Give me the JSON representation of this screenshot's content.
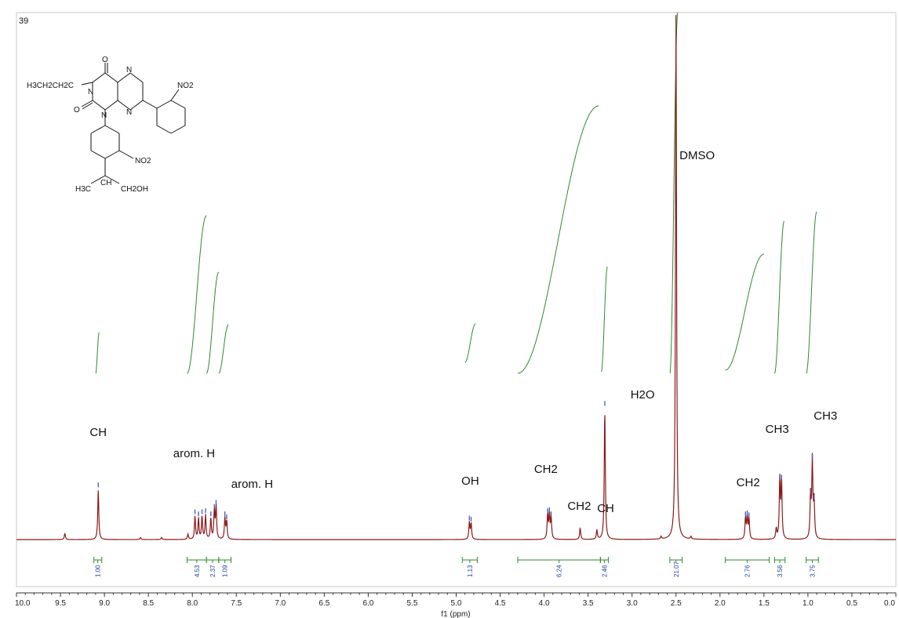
{
  "compound_label": "39",
  "structure_labels": {
    "propyl": "H3CH2CH2C",
    "n_left": "N",
    "carbonyl_o_top": "O",
    "carbonyl_o_left": "O",
    "n_ring_top": "N",
    "n_ring_bottom": "N",
    "n_ring_right": "N",
    "nitro_top": "NO2",
    "nitro_mid": "NO2",
    "side_chain_h3c": "H3C",
    "side_chain_ch": "CH",
    "side_chain_ch2oh": "CH2OH"
  },
  "chart_data": {
    "type": "line",
    "title": "",
    "xlabel": "f1 (ppm)",
    "ylabel": "",
    "x_reversed": true,
    "xlim": [
      10.0,
      0.0
    ],
    "x_ticks": [
      "10.0",
      "9.5",
      "9.0",
      "8.5",
      "8.0",
      "7.5",
      "7.0",
      "6.5",
      "6.0",
      "5.5",
      "5.0",
      "4.5",
      "4.0",
      "3.5",
      "3.0",
      "2.5",
      "2.0",
      "1.5",
      "1.0",
      "0.5",
      "0.0"
    ],
    "colors": {
      "spectrum": "#8b1a1a",
      "integral": "#2e8b2e",
      "integral_label": "#1f3f9f",
      "peak_marker": "#5060c0"
    },
    "peaks": [
      {
        "ppm": 9.45,
        "height": 0.012
      },
      {
        "ppm": 9.07,
        "height": 0.095
      },
      {
        "ppm": 8.59,
        "height": 0.004
      },
      {
        "ppm": 8.35,
        "height": 0.004
      },
      {
        "ppm": 8.05,
        "height": 0.01
      },
      {
        "ppm": 7.97,
        "height": 0.044
      },
      {
        "ppm": 7.93,
        "height": 0.04
      },
      {
        "ppm": 7.89,
        "height": 0.044
      },
      {
        "ppm": 7.85,
        "height": 0.046
      },
      {
        "ppm": 7.79,
        "height": 0.04
      },
      {
        "ppm": 7.75,
        "height": 0.054
      },
      {
        "ppm": 7.73,
        "height": 0.062
      },
      {
        "ppm": 7.63,
        "height": 0.04
      },
      {
        "ppm": 7.61,
        "height": 0.034
      },
      {
        "ppm": 4.85,
        "height": 0.032
      },
      {
        "ppm": 4.83,
        "height": 0.03
      },
      {
        "ppm": 3.96,
        "height": 0.046
      },
      {
        "ppm": 3.94,
        "height": 0.048
      },
      {
        "ppm": 3.92,
        "height": 0.04
      },
      {
        "ppm": 3.59,
        "height": 0.022
      },
      {
        "ppm": 3.4,
        "height": 0.018
      },
      {
        "ppm": 3.31,
        "height": 0.25
      },
      {
        "ppm": 2.67,
        "height": 0.005
      },
      {
        "ppm": 2.5,
        "height": 1.0
      },
      {
        "ppm": 2.33,
        "height": 0.005
      },
      {
        "ppm": 1.71,
        "height": 0.04
      },
      {
        "ppm": 1.69,
        "height": 0.042
      },
      {
        "ppm": 1.67,
        "height": 0.038
      },
      {
        "ppm": 1.36,
        "height": 0.02
      },
      {
        "ppm": 1.32,
        "height": 0.112
      },
      {
        "ppm": 1.3,
        "height": 0.11
      },
      {
        "ppm": 0.97,
        "height": 0.082
      },
      {
        "ppm": 0.95,
        "height": 0.148
      },
      {
        "ppm": 0.93,
        "height": 0.072
      }
    ],
    "integrals": [
      {
        "from": 9.12,
        "to": 9.03,
        "value": "1.00"
      },
      {
        "from": 8.06,
        "to": 7.84,
        "value": "4.53"
      },
      {
        "from": 7.84,
        "to": 7.7,
        "value": "2.37"
      },
      {
        "from": 7.7,
        "to": 7.56,
        "value": "1.09"
      },
      {
        "from": 4.93,
        "to": 4.76,
        "value": "1.13"
      },
      {
        "from": 4.3,
        "to": 3.36,
        "value": "6.24"
      },
      {
        "from": 3.36,
        "to": 3.27,
        "value": "2.46"
      },
      {
        "from": 2.57,
        "to": 2.43,
        "value": "21.07"
      },
      {
        "from": 1.94,
        "to": 1.44,
        "value": "2.76"
      },
      {
        "from": 1.38,
        "to": 1.26,
        "value": "3.56"
      },
      {
        "from": 1.02,
        "to": 0.88,
        "value": "3.75"
      }
    ],
    "annotations": [
      {
        "text": "CH",
        "ppm": 9.07
      },
      {
        "text": "arom. H",
        "ppm": 7.98
      },
      {
        "text": "arom. H",
        "ppm": 7.32
      },
      {
        "text": "OH",
        "ppm": 4.84
      },
      {
        "text": "CH2",
        "ppm": 3.98
      },
      {
        "text": "CH2",
        "ppm": 3.6
      },
      {
        "text": "CH",
        "ppm": 3.3
      },
      {
        "text": "H2O",
        "ppm": 2.88
      },
      {
        "text": "DMSO",
        "ppm": 2.26
      },
      {
        "text": "CH2",
        "ppm": 1.68
      },
      {
        "text": "CH3",
        "ppm": 1.35
      },
      {
        "text": "CH3",
        "ppm": 0.8
      }
    ]
  }
}
